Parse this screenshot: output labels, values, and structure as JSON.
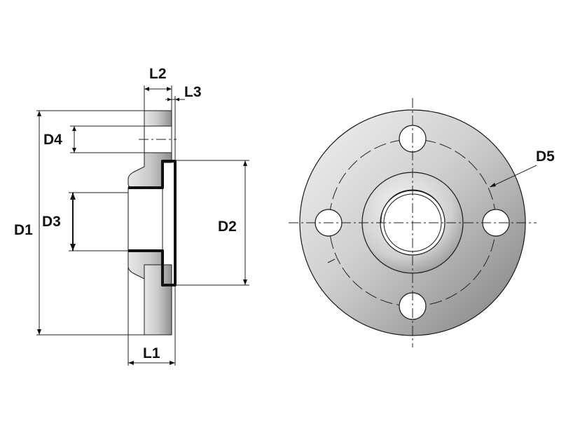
{
  "labels": {
    "L1": "L1",
    "L2": "L2",
    "L3": "L3",
    "D1": "D1",
    "D2": "D2",
    "D3": "D3",
    "D4": "D4",
    "D5": "D5"
  },
  "colors": {
    "metal_light": "#ececec",
    "metal_dark": "#8f8f8f",
    "outline": "#1a1a1a",
    "background": "#ffffff"
  }
}
